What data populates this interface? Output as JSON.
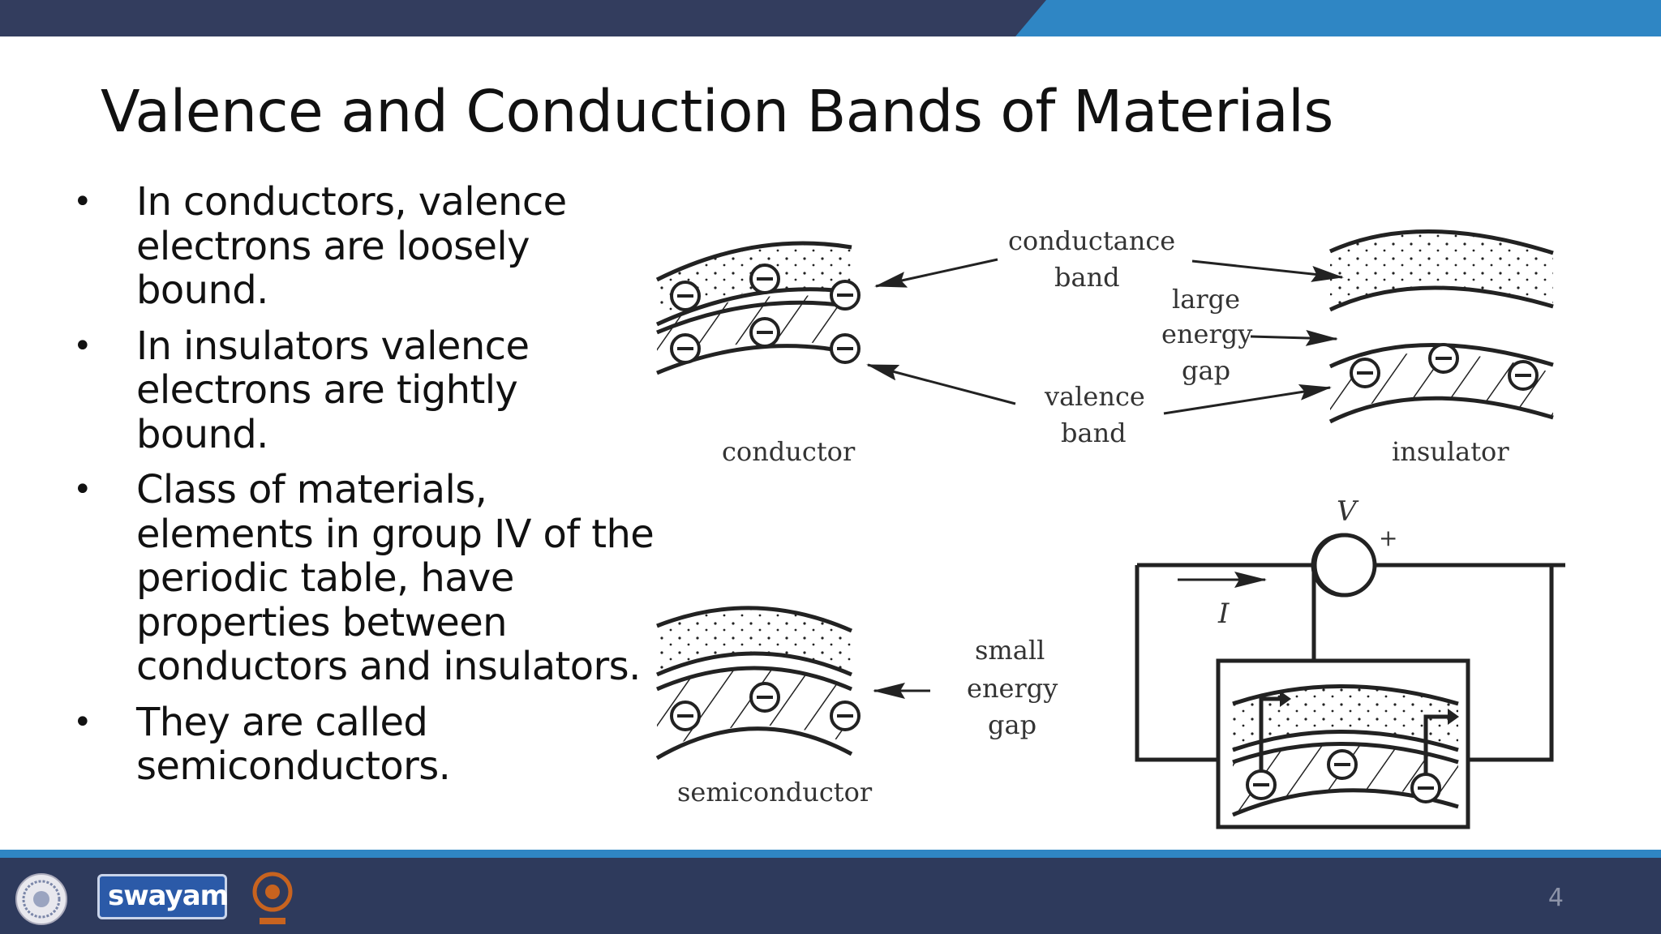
{
  "slide": {
    "title": "Valence and Conduction Bands of Materials",
    "page_number": "4"
  },
  "bullets": [
    "In conductors, valence electrons are loosely bound.",
    "In insulators valence electrons are tightly bound.",
    "Class of materials, elements in group IV of the periodic table, have properties between conductors and insulators.",
    "They are called semiconductors."
  ],
  "diagram": {
    "labels": {
      "conductance_band_1": "conductance",
      "conductance_band_2": "band",
      "valence_band_1": "valence",
      "valence_band_2": "band",
      "large_gap_1": "large",
      "large_gap_2": "energy",
      "large_gap_3": "gap",
      "small_gap_1": "small",
      "small_gap_2": "energy",
      "small_gap_3": "gap",
      "conductor": "conductor",
      "insulator": "insulator",
      "semiconductor": "semiconductor",
      "voltage": "V",
      "plus": "+",
      "current": "I"
    }
  },
  "footer": {
    "logos": [
      "iit-seal-logo",
      "swayam-logo",
      "nptel-logo"
    ],
    "swayam_text": "swayam"
  },
  "colors": {
    "top_bar_dark": "#333d5e",
    "top_bar_accent": "#2f86c4",
    "footer_bg": "#2e3a5c"
  }
}
